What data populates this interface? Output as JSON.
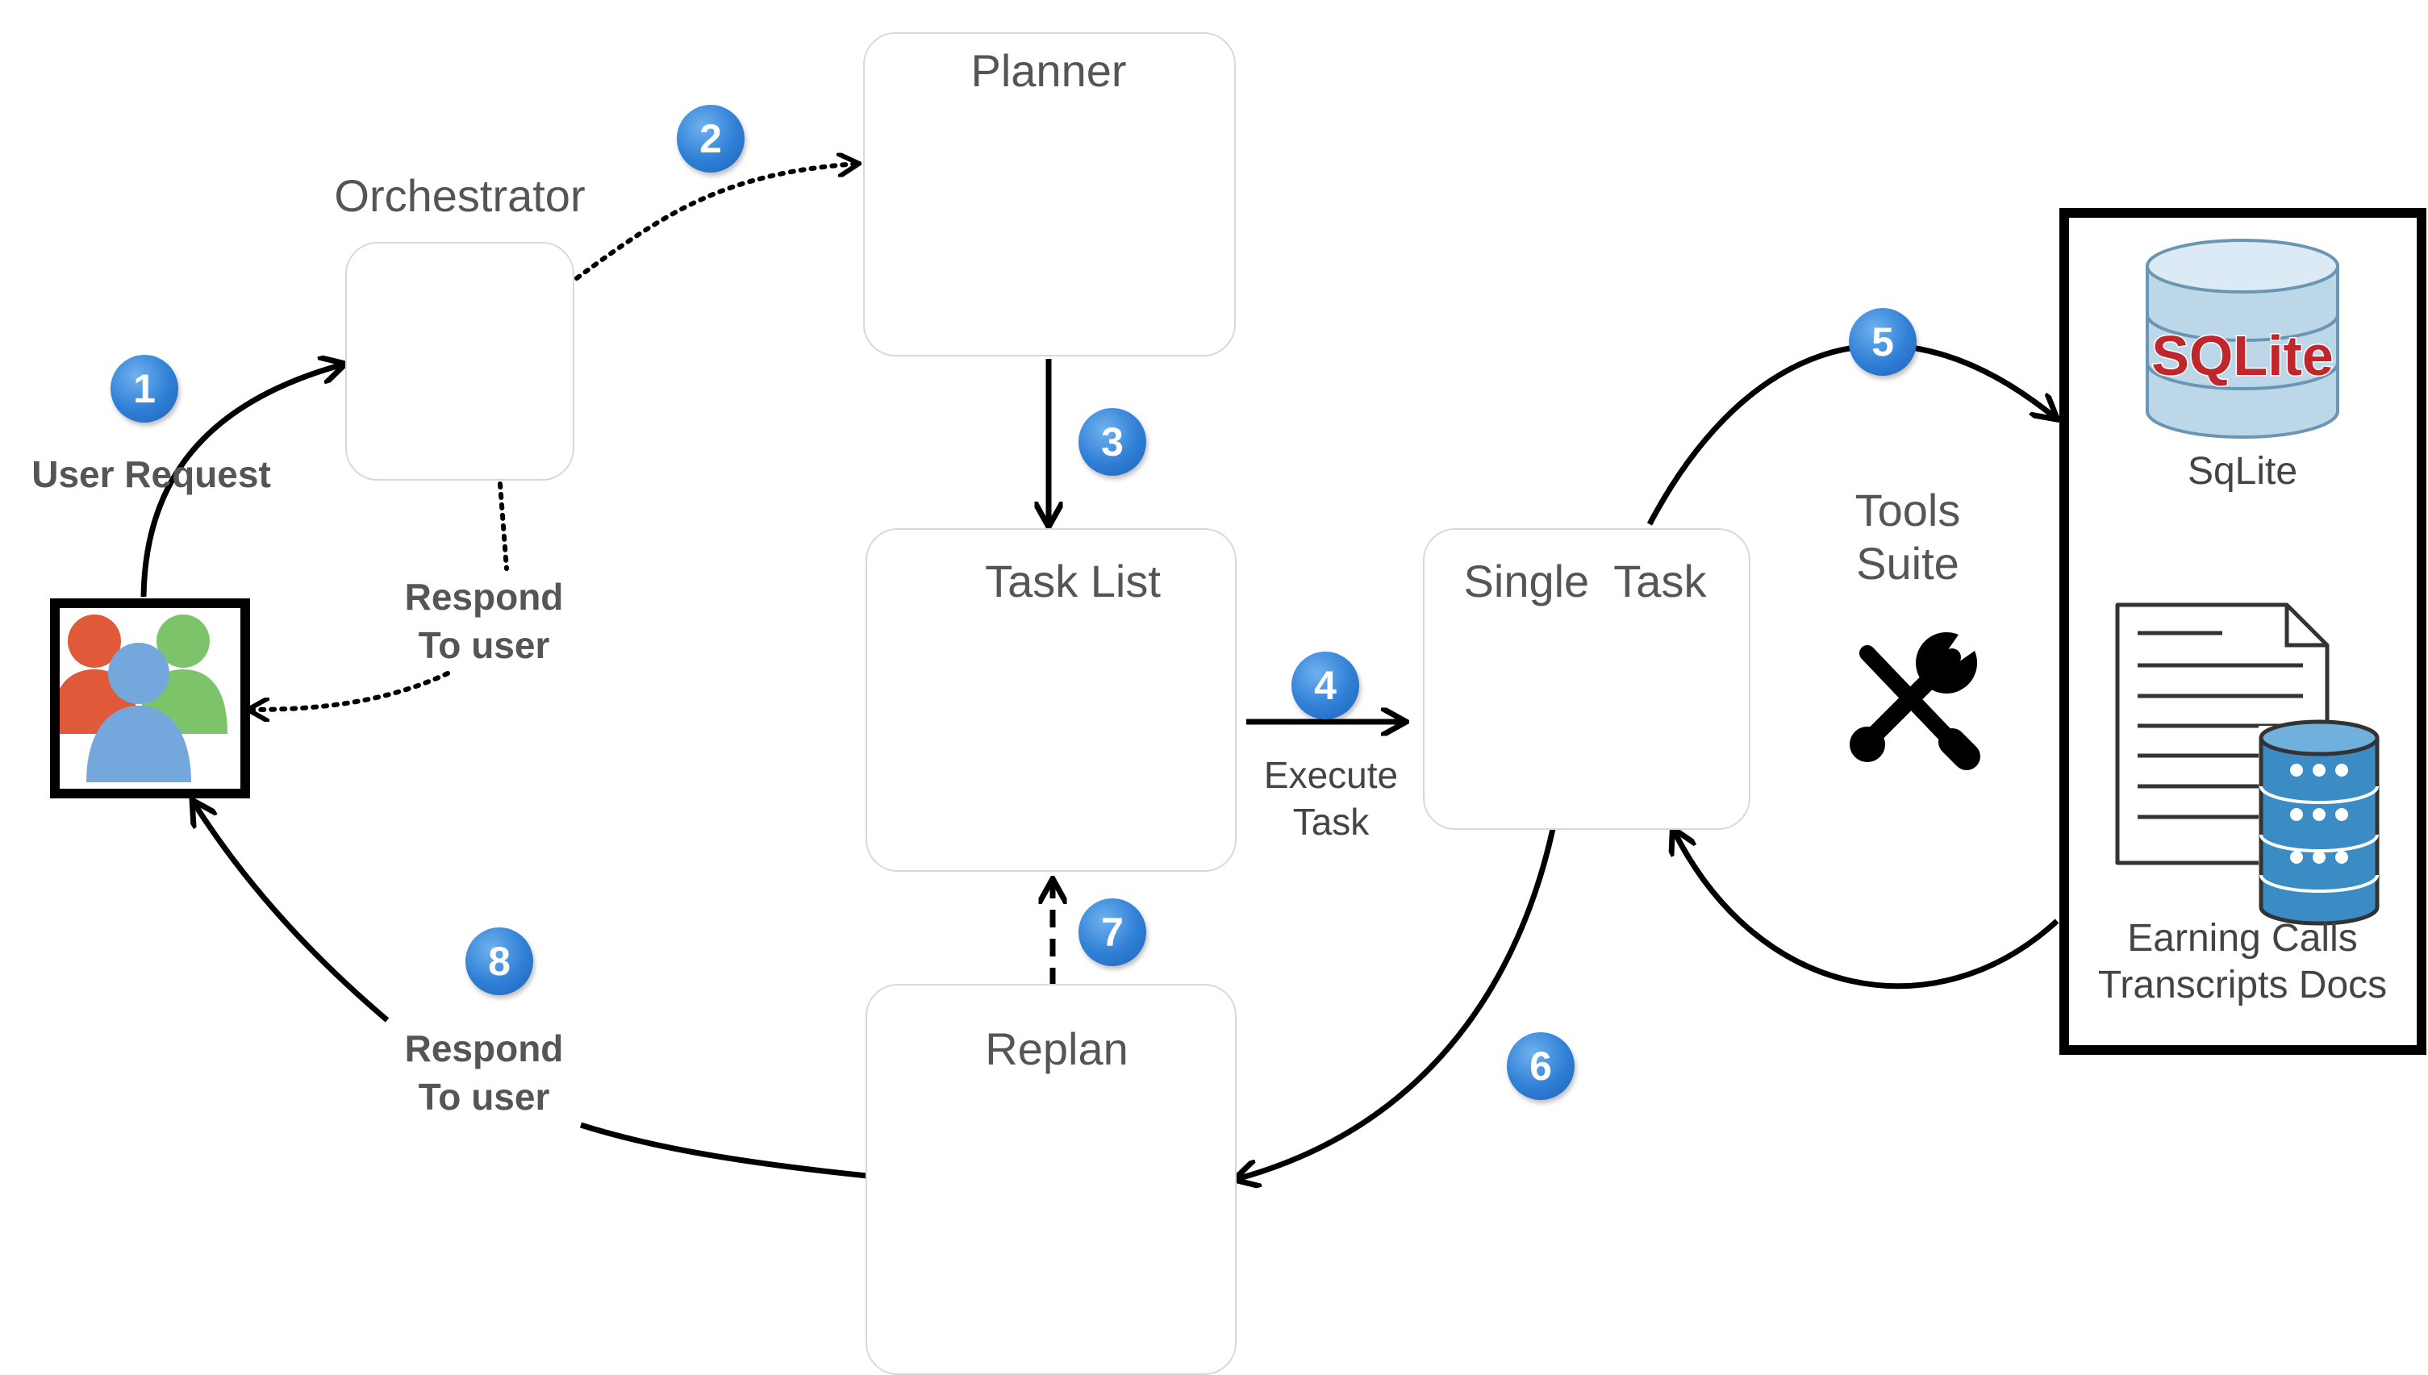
{
  "colors": {
    "badge": "#2f7fd6",
    "card_border": "#d8d8d8",
    "label_text": "#555555",
    "arrow": "#000000",
    "sqlite_red": "#c0272d",
    "db_blue": "#3b8cc4"
  },
  "nodes": {
    "orchestrator": {
      "title": "Orchestrator",
      "icon": "gear-brain-icon"
    },
    "planner": {
      "title": "Planner",
      "icon": "brain-circuit-icon"
    },
    "task_list": {
      "title": "Task List",
      "icon": "clipboard-checklist-icon"
    },
    "single_task": {
      "title": "Single  Task",
      "icon": "brain-circuit-icon"
    },
    "replan": {
      "title": "Replan",
      "icon": "brain-circuit-icon"
    },
    "user": {
      "icon": "users-group-icon"
    },
    "tools_suite": {
      "title_line1": "Tools",
      "title_line2": "Suite",
      "icon": "tools-icon"
    },
    "sqlite": {
      "logo_text": "SQLite",
      "label": "SqLite",
      "icon": "database-icon"
    },
    "earning_calls": {
      "label_line1": "Earning Calls",
      "label_line2": "Transcripts Docs",
      "icon": "document-database-icon"
    }
  },
  "labels": {
    "user_request": "User Request",
    "respond_to_user_1": {
      "line1": "Respond",
      "line2": "To user"
    },
    "respond_to_user_2": {
      "line1": "Respond",
      "line2": "To user"
    },
    "execute_task": {
      "line1": "Execute",
      "line2": "Task"
    }
  },
  "steps": [
    "1",
    "2",
    "3",
    "4",
    "5",
    "6",
    "7",
    "8"
  ]
}
